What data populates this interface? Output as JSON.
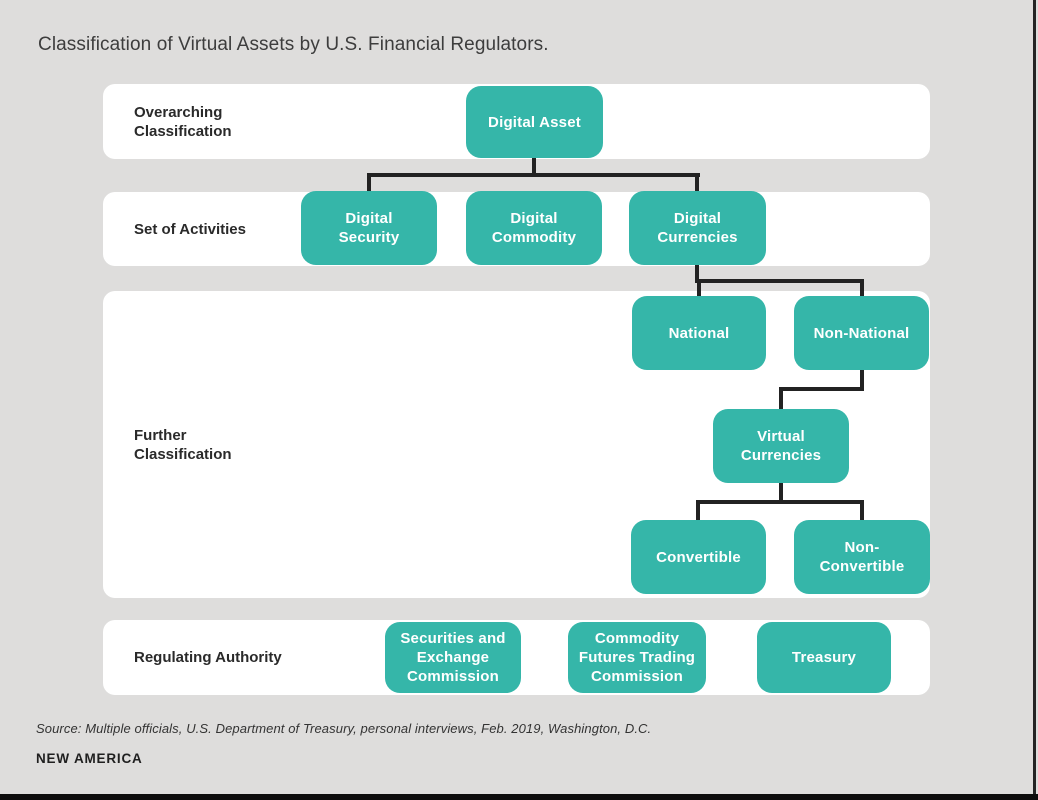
{
  "title": "Classification of Virtual Assets by U.S. Financial Regulators.",
  "rows": {
    "overarching": {
      "label": "Overarching\nClassification"
    },
    "activities": {
      "label": "Set of Activities"
    },
    "further": {
      "label": "Further\nClassification"
    },
    "regulating": {
      "label": "Regulating Authority"
    }
  },
  "nodes": {
    "digital_asset": {
      "label": "Digital Asset"
    },
    "digital_security": {
      "label": "Digital\nSecurity"
    },
    "digital_commodity": {
      "label": "Digital\nCommodity"
    },
    "digital_currencies": {
      "label": "Digital\nCurrencies"
    },
    "national": {
      "label": "National"
    },
    "non_national": {
      "label": "Non-National"
    },
    "virtual_currencies": {
      "label": "Virtual\nCurrencies"
    },
    "convertible": {
      "label": "Convertible"
    },
    "non_convertible": {
      "label": "Non-\nConvertible"
    },
    "sec": {
      "label": "Securities and\nExchange\nCommission"
    },
    "cftc": {
      "label": "Commodity\nFutures Trading\nCommission"
    },
    "treasury": {
      "label": "Treasury"
    }
  },
  "edges": [
    [
      "digital_asset",
      "digital_security"
    ],
    [
      "digital_asset",
      "digital_commodity"
    ],
    [
      "digital_asset",
      "digital_currencies"
    ],
    [
      "digital_currencies",
      "national"
    ],
    [
      "digital_currencies",
      "non_national"
    ],
    [
      "non_national",
      "virtual_currencies"
    ],
    [
      "virtual_currencies",
      "convertible"
    ],
    [
      "virtual_currencies",
      "non_convertible"
    ]
  ],
  "footer": {
    "source": "Source: Multiple officials, U.S. Department of Treasury, personal interviews, Feb. 2019, Washington, D.C.",
    "brand": "NEW AMERICA"
  },
  "colors": {
    "node_fill": "#35b6a9",
    "background": "#dedddc",
    "band": "#ffffff",
    "connector": "#222222",
    "node_text": "#ffffff",
    "label_text": "#2a2a2a"
  }
}
